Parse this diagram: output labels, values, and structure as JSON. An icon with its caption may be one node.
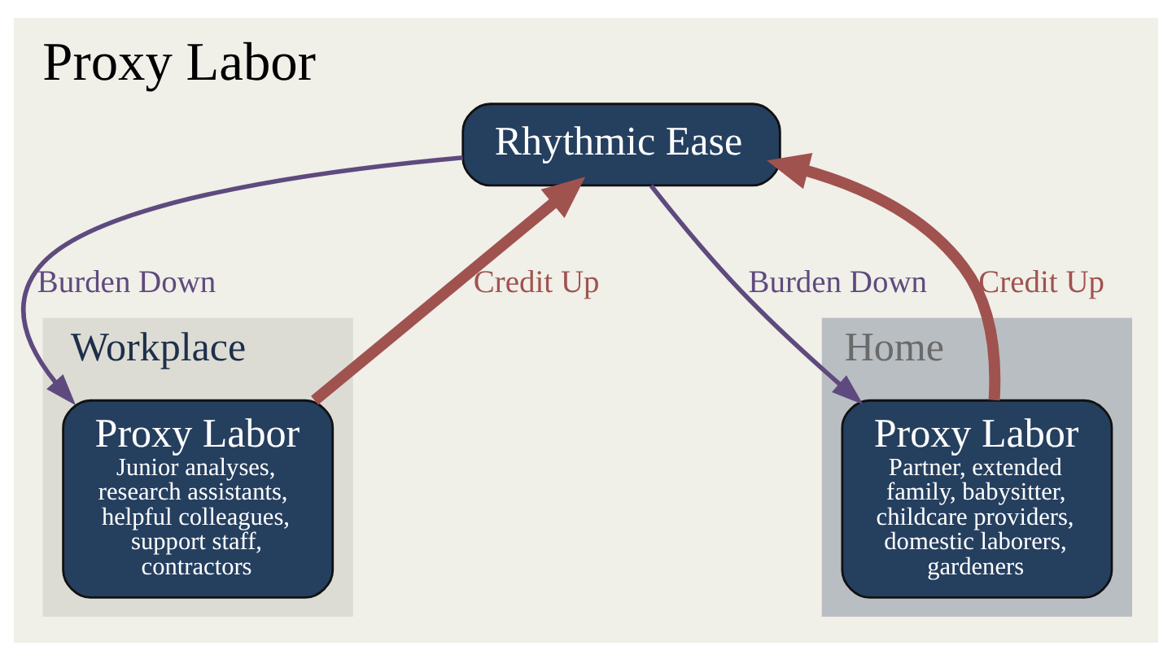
{
  "diagram": {
    "title": "Proxy Labor",
    "nodes": [
      {
        "text": [
          "Workplace"
        ]
      },
      {
        "text": [
          "Rhythmic Ease"
        ]
      },
      {
        "text": [
          "Home"
        ]
      },
      {
        "text": [
          "Proxy Labor",
          "Junior analyses, research assistants, helpful colleagues, support staff, contractors"
        ],
        "in": 0
      },
      {
        "text": [
          "Proxy Labor",
          "Partner, extended family, babysitter, childcare providers, domestic laborers, gardeners"
        ],
        "in": 2
      }
    ],
    "edges": [
      {
        "from": 1,
        "to": 3,
        "arrow": "to",
        "label": "Burden Down",
        "color": "#5e4a7e"
      },
      {
        "from": 3,
        "to": 1,
        "arrow": "to",
        "label": "Credit Up",
        "style": "thick",
        "color": "#a0524f"
      },
      {
        "from": 1,
        "to": 4,
        "arrow": "to",
        "label": "Burden Down",
        "color": "#5e4a7e"
      },
      {
        "from": 4,
        "to": 1,
        "arrow": "to",
        "label": "Credit Up",
        "style": "thick",
        "color": "#a0524f"
      }
    ]
  }
}
